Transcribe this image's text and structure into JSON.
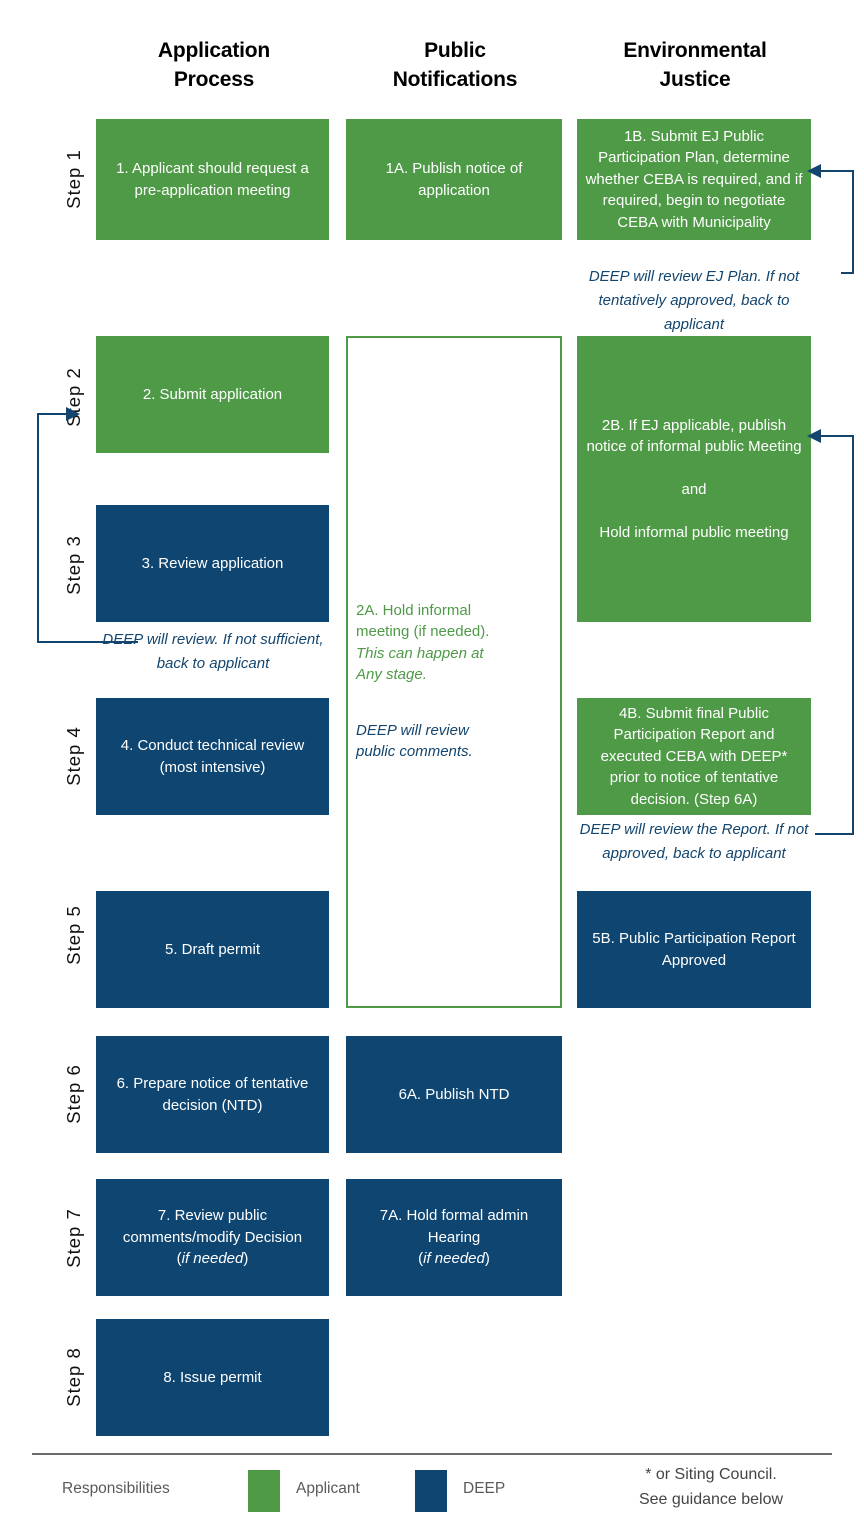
{
  "diagram": {
    "title_columns": [
      {
        "line1": "Application",
        "line2": "Process"
      },
      {
        "line1": "Public",
        "line2": "Notifications"
      },
      {
        "line1": "Environmental",
        "line2": "Justice"
      }
    ],
    "steps": [
      {
        "label": "Step 1"
      },
      {
        "label": "Step 2"
      },
      {
        "label": "Step 3"
      },
      {
        "label": "Step 4"
      },
      {
        "label": "Step 5"
      },
      {
        "label": "Step 6"
      },
      {
        "label": "Step 7"
      },
      {
        "label": "Step 8"
      }
    ],
    "colors": {
      "applicant_green": "#4E9A46",
      "deep_blue": "#0E4571",
      "note_blue": "#13456E",
      "rule_gray": "#6b6b6b"
    },
    "boxes": {
      "b1": {
        "text": "1. Applicant should request a pre-application meeting",
        "owner": "Applicant"
      },
      "b1a": {
        "text": "1A. Publish notice of application",
        "owner": "Applicant"
      },
      "b1b": {
        "text": "1B. Submit EJ Public Participation Plan, determine whether CEBA is required, and if required, begin to negotiate CEBA with Municipality",
        "owner": "Applicant"
      },
      "b2": {
        "text": "2. Submit application",
        "owner": "Applicant"
      },
      "b2a": {
        "owner": "Applicant",
        "line_1": "2A. Hold informal",
        "line_2": "meeting (if needed).",
        "line_3_italic": "This can happen at",
        "line_4_italic": "Any stage.",
        "note_1_italic": "DEEP will review",
        "note_2_italic": "public comments."
      },
      "b2b": {
        "text": "2B. If EJ applicable, publish notice of informal public Meeting\n\nand\n\nHold informal public meeting",
        "owner": "Applicant"
      },
      "b3": {
        "text": "3. Review application",
        "owner": "DEEP"
      },
      "b4": {
        "text": "4. Conduct technical review (most intensive)",
        "owner": "DEEP"
      },
      "b4b": {
        "text": "4B. Submit final Public Participation Report and executed CEBA with DEEP* prior to notice of tentative decision. (Step 6A)",
        "owner": "Applicant"
      },
      "b5": {
        "text": "5. Draft permit",
        "owner": "DEEP"
      },
      "b5b": {
        "text": "5B. Public Participation Report Approved",
        "owner": "DEEP"
      },
      "b6": {
        "text": "6. Prepare notice of tentative decision (NTD)",
        "owner": "DEEP"
      },
      "b6a": {
        "text": "6A. Publish NTD",
        "owner": "DEEP"
      },
      "b7": {
        "text": "7. Review public comments/modify Decision",
        "text_italic_tail": "(if needed)",
        "owner": "DEEP"
      },
      "b7a": {
        "text": "7A. Hold formal admin Hearing",
        "text_italic_tail": "(if needed)",
        "owner": "DEEP"
      },
      "b8": {
        "text": "8. Issue permit",
        "owner": "DEEP"
      }
    },
    "notes": {
      "ej_plan_review": "DEEP will review EJ Plan. If not tentatively approved, back to applicant",
      "application_review": "DEEP will review. If not sufficient, back to applicant",
      "report_review": "DEEP will review the Report. If not approved, back to applicant"
    },
    "legend": {
      "title": "Responsibilities",
      "items": [
        {
          "label": "Applicant",
          "color": "#4E9A46"
        },
        {
          "label": "DEEP",
          "color": "#0E4571"
        }
      ],
      "footnote_line1": "* or Siting Council.",
      "footnote_line2": "See guidance below"
    }
  }
}
